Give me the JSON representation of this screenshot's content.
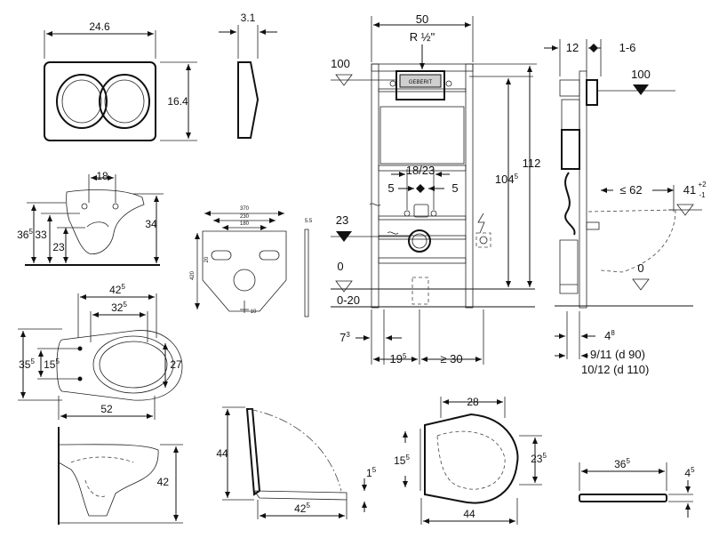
{
  "flush_plate": {
    "width": "24.6",
    "height": "16.4",
    "depth": "3.1"
  },
  "frame": {
    "width": "50",
    "thread": "R ½\"",
    "brand": "GEBERIT",
    "height_total": "112",
    "height_main": "104",
    "height_main_sup": "5",
    "level_100": "100",
    "level_23": "23",
    "level_0": "0",
    "floor_range": "0-20",
    "bolt_spacing": "18/23",
    "offset_left": "5",
    "offset_right": "5",
    "left_margin": "7",
    "left_margin_sup": "3",
    "bottom_left": "19",
    "bottom_left_sup": "5",
    "bottom_right": "≥ 30"
  },
  "side_view": {
    "top_left": "12",
    "top_right": "1-6",
    "level_100": "100",
    "projection": "≤ 62",
    "rim": "41",
    "rim_sup": "+2",
    "rim_sub": "-1",
    "level_0": "0",
    "bottom_offset": "4",
    "bottom_offset_sup": "8",
    "pipe_1": "9/11  (d 90)",
    "pipe_2": "10/12 (d 110)"
  },
  "pan_elevation": {
    "bolt_spacing": "18",
    "height_a": "36",
    "height_a_sup": "5",
    "height_b": "33",
    "height_c": "23",
    "height_d": "34"
  },
  "isolation_plate": {
    "width": "370",
    "inner_1": "230",
    "inner_2": "180",
    "height": "420",
    "hole": "20",
    "bottom": "10",
    "thickness": "5.5"
  },
  "pan_plan": {
    "width_outer": "42",
    "width_outer_sup": "5",
    "width_inner": "32",
    "width_inner_sup": "5",
    "height_outer": "35",
    "height_outer_sup": "5",
    "height_inner": "15",
    "height_inner_sup": "5",
    "depth": "27",
    "length": "52"
  },
  "pan_section": {
    "height": "42"
  },
  "seat_side": {
    "height": "44",
    "hinge": "1",
    "hinge_sup": "5",
    "length": "42",
    "length_sup": "5"
  },
  "seat_top": {
    "width": "28",
    "side_a": "15",
    "side_a_sup": "5",
    "side_b": "23",
    "side_b_sup": "5",
    "length": "44"
  },
  "seat_thin": {
    "length": "36",
    "length_sup": "5",
    "thickness": "4",
    "thickness_sup": "5"
  }
}
